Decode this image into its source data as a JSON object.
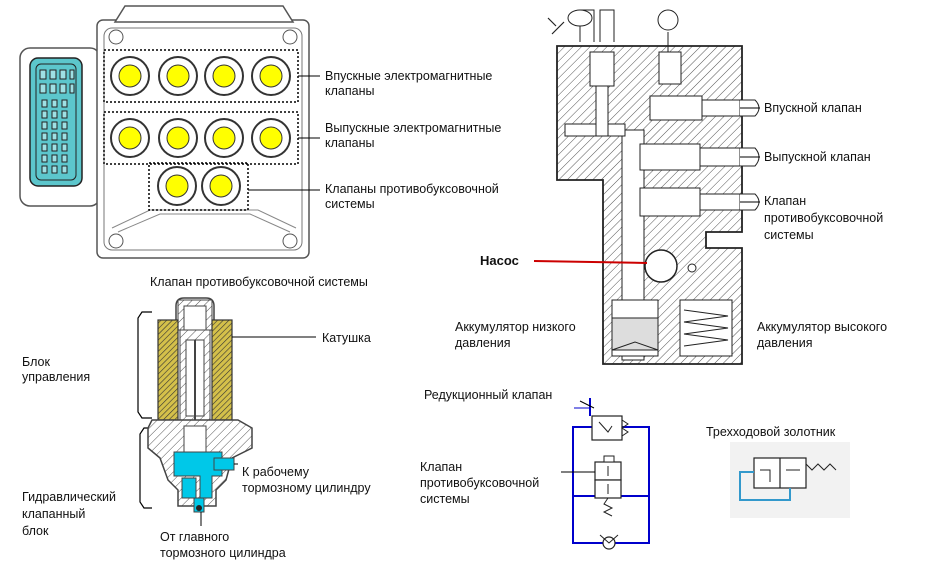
{
  "valve_block": {
    "labels": [
      {
        "id": "inlet",
        "line1": "Впускные электромагнитные",
        "line2": "клапаны"
      },
      {
        "id": "outlet",
        "line1": "Выпускные электромагнитные",
        "line2": "клапаны"
      },
      {
        "id": "tcs",
        "line1": "Клапаны противобуксовочной",
        "line2": "системы"
      }
    ]
  },
  "tcs_valve": {
    "title": "Клапан противобуксовочной системы",
    "coil": "Катушка",
    "control_block_1": "Блок",
    "control_block_2": "управления",
    "hydraulic_block_1": "Гидравлический",
    "hydraulic_block_2": "клапанный",
    "hydraulic_block_3": "блок",
    "to_wheel_1": "К рабочему",
    "to_wheel_2": "тормозному цилиндру",
    "from_master_1": "От главного",
    "from_master_2": "тормозного цилиндра"
  },
  "section": {
    "inlet_valve": "Впускной клапан",
    "outlet_valve": "Выпускной клапан",
    "tcs_valve_1": "Клапан",
    "tcs_valve_2": "противобуксовочной",
    "tcs_valve_3": "системы",
    "pump": "Насос",
    "low_acc_1": "Аккумулятор низкого",
    "low_acc_2": "давления",
    "high_acc_1": "Аккумулятор высокого",
    "high_acc_2": "давления"
  },
  "schematic": {
    "reducing_valve": "Редукционный клапан",
    "tcs_valve_1": "Клапан",
    "tcs_valve_2": "противобуксовочной",
    "tcs_valve_3": "системы",
    "spool": "Трехходовой золотник"
  },
  "colors": {
    "valve_yellow": "#ffff00",
    "connector_teal": "#5cc6cc",
    "pump_line_red": "#cc0000",
    "hydraulic_cyan": "#00c8e8",
    "schematic_blue": "#0000cc",
    "spool_line": "#3399cc",
    "coil_fill": "#d4c04a"
  }
}
